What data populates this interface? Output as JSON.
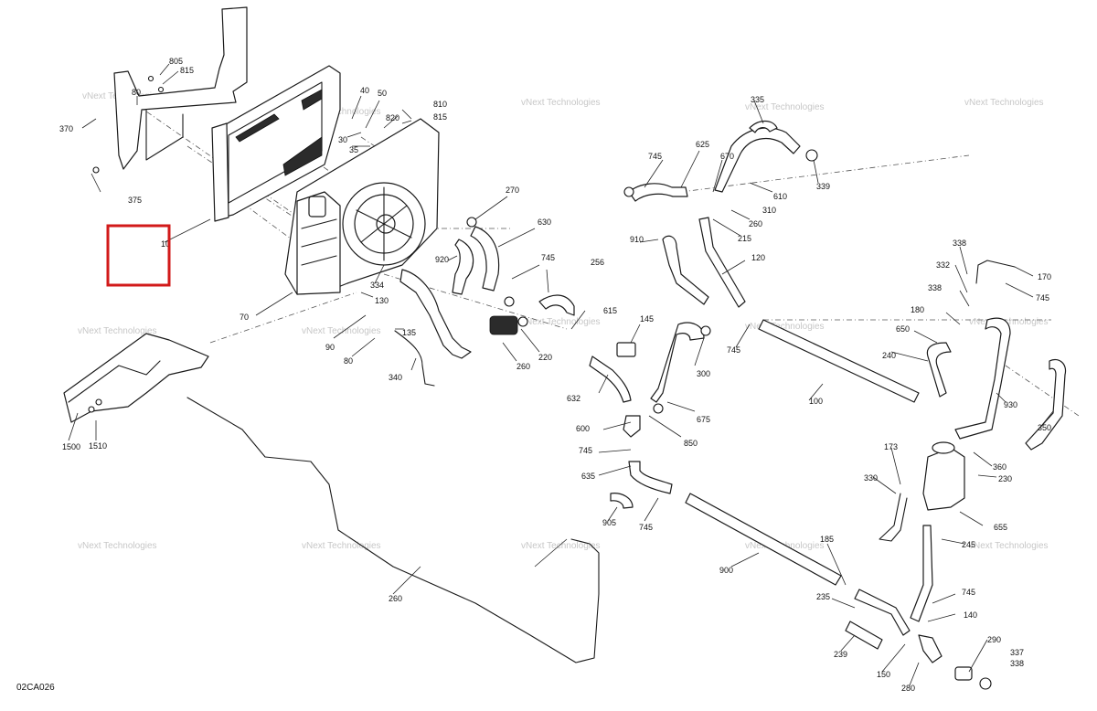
{
  "diagram": {
    "figure_code": "02CA026",
    "watermark": "vNext Technologies",
    "highlight_color": "#d21a1a",
    "callouts": [
      "805",
      "815",
      "80",
      "370",
      "375",
      "40",
      "50",
      "810",
      "815",
      "30",
      "35",
      "820",
      "10",
      "70",
      "334",
      "130",
      "90",
      "80",
      "135",
      "340",
      "1500",
      "1510",
      "270",
      "630",
      "920",
      "745",
      "256",
      "220",
      "260",
      "615",
      "145",
      "632",
      "600",
      "745",
      "635",
      "905",
      "745",
      "300",
      "675",
      "850",
      "910",
      "120",
      "745",
      "625",
      "745",
      "670",
      "610",
      "260",
      "310",
      "215",
      "339",
      "335",
      "338",
      "332",
      "338",
      "170",
      "745",
      "180",
      "650",
      "240",
      "100",
      "930",
      "360",
      "350",
      "173",
      "330",
      "230",
      "655",
      "245",
      "185",
      "900",
      "235",
      "239",
      "745",
      "140",
      "150",
      "280",
      "290",
      "337",
      "338",
      "260"
    ]
  }
}
